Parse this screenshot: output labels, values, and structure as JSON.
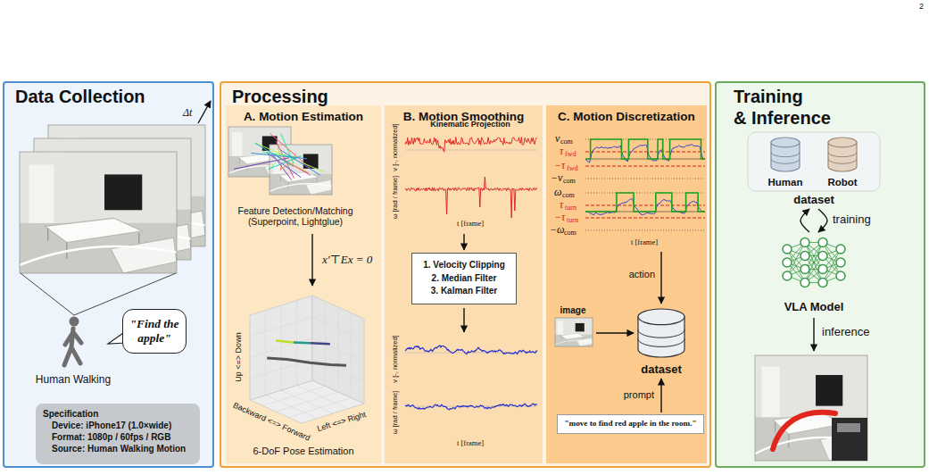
{
  "diagram": {
    "nodes": [
      {
        "text": [
          "Data Collection"
        ]
      },
      {
        "text": [
          "\"Find the apple\""
        ],
        "in": 0
      },
      {
        "text": [
          "Specification",
          "Device: iPhone17 (1.0×wide)",
          "Format: 1080p / 60fps / RGB",
          "Source: Human Walking Motion"
        ],
        "in": 0
      },
      {
        "text": [
          "Processing"
        ]
      },
      {
        "text": [
          "A. Motion Estimation"
        ],
        "in": 3
      },
      {
        "text": [
          "B. Motion Smoothing"
        ],
        "in": 3
      },
      {
        "text": [
          "C. Motion Discretization"
        ],
        "in": 3
      },
      {
        "text": [
          "1. Velocity Clipping",
          "2. Median Filter",
          "3. Kalman Filter"
        ],
        "in": 5
      },
      {
        "text": [
          "image"
        ],
        "in": 6
      },
      {
        "text": [
          "dataset"
        ],
        "in": 6
      },
      {
        "text": [
          "\"move to find red apple in the room.\""
        ],
        "in": 6
      },
      {
        "text": [
          "Training & Inference"
        ]
      },
      {
        "text": [
          "dataset"
        ],
        "in": 11
      },
      {
        "text": [
          "Human"
        ],
        "in": 12
      },
      {
        "text": [
          "Robot"
        ],
        "in": 12
      },
      {
        "text": [
          "VLA Model"
        ],
        "in": 11
      }
    ],
    "edges": [
      {
        "from": 8,
        "to": 9,
        "arrow": "to"
      },
      {
        "from": 10,
        "to": 9,
        "label": "prompt",
        "arrow": "to"
      },
      {
        "from": 12,
        "to": 15,
        "label": "training",
        "arrow": "both"
      }
    ],
    "labels": [
      "2",
      "Δt",
      "Human Walking",
      "Feature Detection/Matching (Superpoint, Lightglue)",
      "x′⊤Ex = 0",
      "Up <=> Down",
      "Backward <=> Forward",
      "Left <=> Right",
      "6-DoF Pose Estimation",
      "Kinematic Projection",
      "v [-, normalized]",
      "ω [rad / frame]",
      "t [frame]",
      "v [-, normalized]",
      "ω [rad / frame]",
      "t [frame]",
      "v",
      "com",
      "τ",
      "fwd",
      "−τ",
      "fwd",
      "−v",
      "com",
      "ω",
      "com",
      "τ",
      "turn",
      "−τ",
      "turn",
      "−ω",
      "com",
      "t [frame]",
      "action",
      "inference"
    ]
  }
}
